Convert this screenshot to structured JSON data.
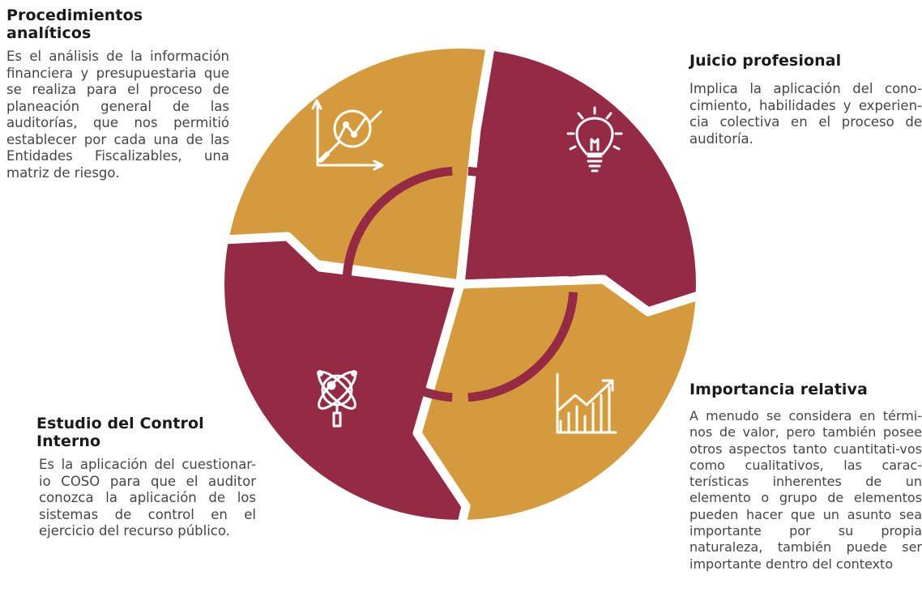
{
  "colors": {
    "ochre": "#d59a3c",
    "maroon": "#952a45",
    "inner_ring": "#952a45",
    "icon_stroke": "#ffffff"
  },
  "segments": [
    {
      "id": "top-left",
      "color": "ochre",
      "icon": "analytics-magnifier-chart-icon"
    },
    {
      "id": "top-right",
      "color": "maroon",
      "icon": "lightbulb-idea-icon"
    },
    {
      "id": "bottom-right",
      "color": "ochre",
      "icon": "growth-bar-chart-icon"
    },
    {
      "id": "bottom-left",
      "color": "maroon",
      "icon": "atom-magnifier-icon"
    }
  ],
  "procedimientos": {
    "title": "Procedimientos analíticos",
    "body": "Es el análisis de la información financiera y presupuestaria que se realiza para el proceso de planeación general de las auditorías, que nos permitió establecer por cada una de las Entidades Fiscalizables, una matriz de riesgo."
  },
  "juicio": {
    "title": "Juicio profesional",
    "body": "Implica la aplicación del cono-cimiento, habilidades y experien-cia colectiva en el proceso de auditoría."
  },
  "importancia": {
    "title": "Importancia relativa",
    "body": "A menudo se considera en térmi-nos de valor, pero también posee otros aspectos tanto cuantitati-vos como cualitativos, las carac-terísticas inherentes de un elemento o grupo de elementos pueden hacer que un asunto sea importante por su propia naturaleza, también puede ser importante dentro del contexto"
  },
  "control": {
    "title": "Estudio del Control Interno",
    "body": "Es la aplicación del cuestionar-io COSO para que el auditor conozca la aplicación de los sistemas de control en el ejercicio del recurso público."
  }
}
